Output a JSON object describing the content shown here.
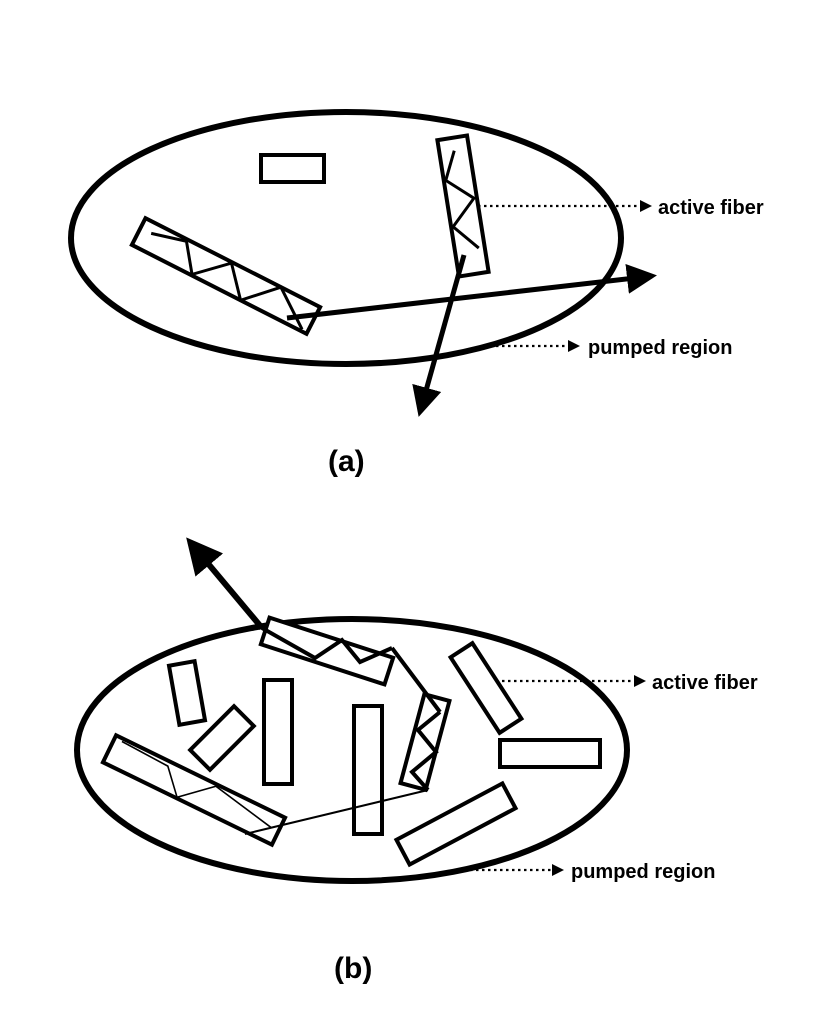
{
  "labels": {
    "active_fiber": "active fiber",
    "pumped_region": "pumped region",
    "panel_a": "(a)",
    "panel_b": "(b)"
  },
  "colors": {
    "ink": "#000000",
    "background": "#ffffff"
  }
}
